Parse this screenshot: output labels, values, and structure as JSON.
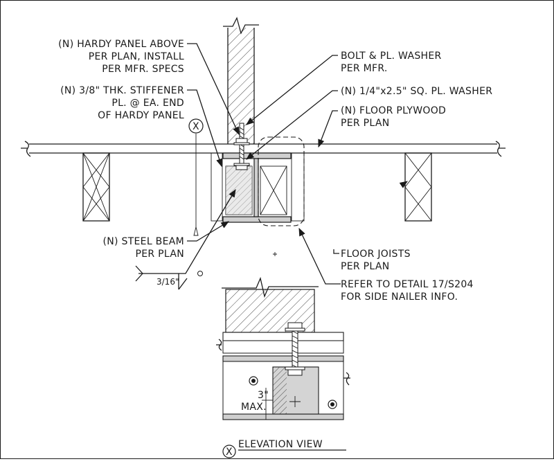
{
  "notes": {
    "hardy_panel": [
      "(N) HARDY PANEL ABOVE",
      "PER PLAN, INSTALL",
      "PER MFR. SPECS"
    ],
    "stiffener": [
      "(N) 3/8\" THK. STIFFENER",
      "PL. @ EA. END",
      "OF HARDY PANEL"
    ],
    "bolt": [
      "BOLT & PL. WASHER",
      "PER MFR."
    ],
    "washer": [
      "(N) 1/4\"x2.5\" SQ. PL. WASHER"
    ],
    "floor_plywood": [
      "(N) FLOOR PLYWOOD",
      "PER PLAN"
    ],
    "steel_beam": [
      "(N) STEEL BEAM",
      "PER PLAN"
    ],
    "floor_joists": [
      "FLOOR JOISTS",
      "PER PLAN"
    ],
    "refer_detail": [
      "REFER TO DETAIL 17/S204",
      "FOR SIDE NAILER INFO."
    ]
  },
  "weld_size": "3/16\"",
  "section_marker": "X",
  "elevation_marker": "X",
  "elevation_title": "ELEVATION VIEW",
  "max_dim": [
    "3\"",
    "MAX."
  ]
}
